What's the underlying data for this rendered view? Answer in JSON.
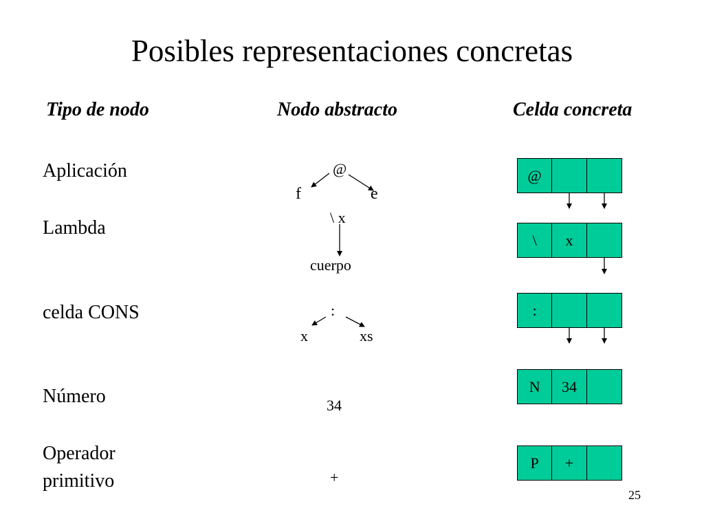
{
  "title": "Posibles representaciones concretas",
  "headers": {
    "tipo": "Tipo de nodo",
    "abstracto": "Nodo abstracto",
    "celda": "Celda concreta"
  },
  "rows": {
    "aplicacion": {
      "label": "Aplicación",
      "root": "@",
      "left": "f",
      "right": "e",
      "cells": [
        "@",
        "",
        ""
      ]
    },
    "lambda": {
      "label": "Lambda",
      "root": "\\ x",
      "child": "cuerpo",
      "cells": [
        "\\",
        "x",
        ""
      ]
    },
    "cons": {
      "label": "celda CONS",
      "root": ":",
      "left": "x",
      "right": "xs",
      "cells": [
        ":",
        "",
        ""
      ]
    },
    "numero": {
      "label": "Número",
      "value": "34",
      "cells": [
        "N",
        "34",
        ""
      ]
    },
    "operador": {
      "label_line1": "Operador",
      "label_line2": "primitivo",
      "value": "+",
      "cells": [
        "P",
        "+",
        ""
      ]
    }
  },
  "page_number": "25",
  "colors": {
    "cell_fill": "#00cc99"
  }
}
